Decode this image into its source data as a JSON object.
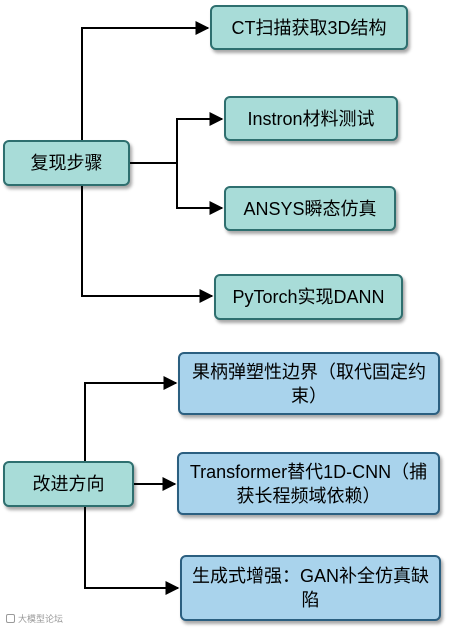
{
  "section1": {
    "root": "复现步骤",
    "children": [
      "CT扫描获取3D结构",
      "Instron材料测试",
      "ANSYS瞬态仿真",
      "PyTorch实现DANN"
    ]
  },
  "section2": {
    "root": "改进方向",
    "children": [
      "果柄弹塑性边界（取代固定约束）",
      "Transformer替代1D-CNN（捕获长程频域依赖）",
      "生成式增强：GAN补全仿真缺陷"
    ]
  },
  "watermark": "大模型论坛",
  "colors": {
    "teal_fill": "#a8dcd8",
    "blue_fill": "#a9d3ec",
    "line": "#000000"
  }
}
